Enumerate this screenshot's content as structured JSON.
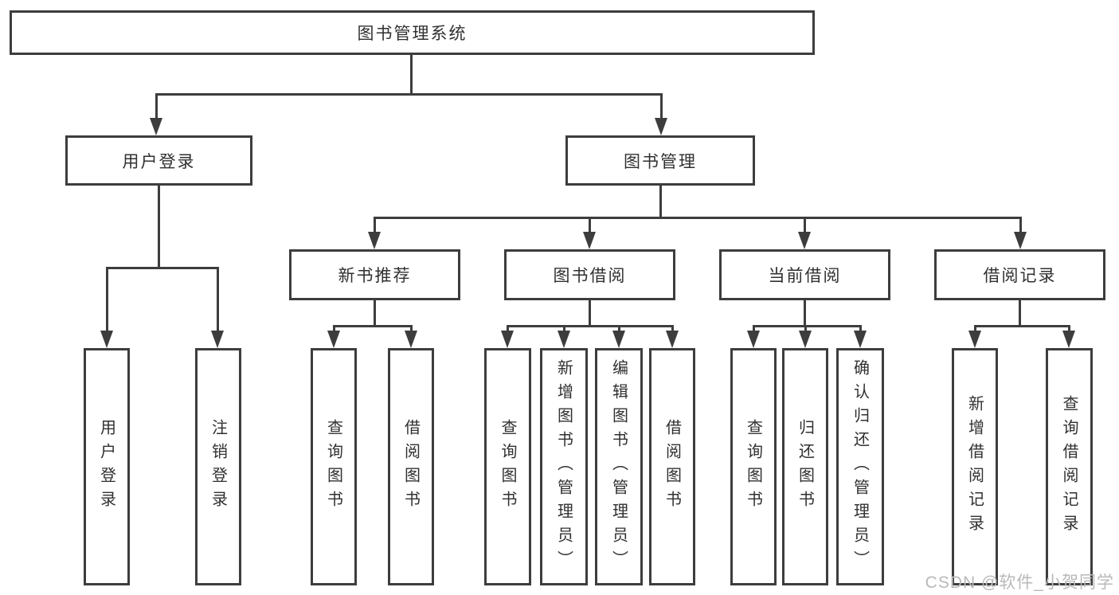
{
  "diagram": {
    "title": "图书管理系统",
    "colors": {
      "line": "#3d3d3d",
      "text": "#303030",
      "background": "#ffffff",
      "watermark": "#b9b9b9"
    }
  },
  "nodes": {
    "root": "图书管理系统",
    "user_login": "用户登录",
    "book_mgmt": "图书管理",
    "new_book": "新书推荐",
    "book_borrow": "图书借阅",
    "current_borrow": "当前借阅",
    "borrow_record": "借阅记录",
    "leaves": {
      "user_login_1": "用户登录",
      "user_login_2": "注销登录",
      "new_book_1": "查询图书",
      "new_book_2": "借阅图书",
      "book_borrow_1": "查询图书",
      "book_borrow_2": "新增图书（管理员）",
      "book_borrow_3": "编辑图书（管理员）",
      "book_borrow_4": "借阅图书",
      "current_1": "查询图书",
      "current_2": "归还图书",
      "current_3": "确认归还（管理员）",
      "record_1": "新增借阅记录",
      "record_2": "查询借阅记录"
    }
  },
  "watermark": {
    "text": "CSDN @软件_小贺同学"
  }
}
